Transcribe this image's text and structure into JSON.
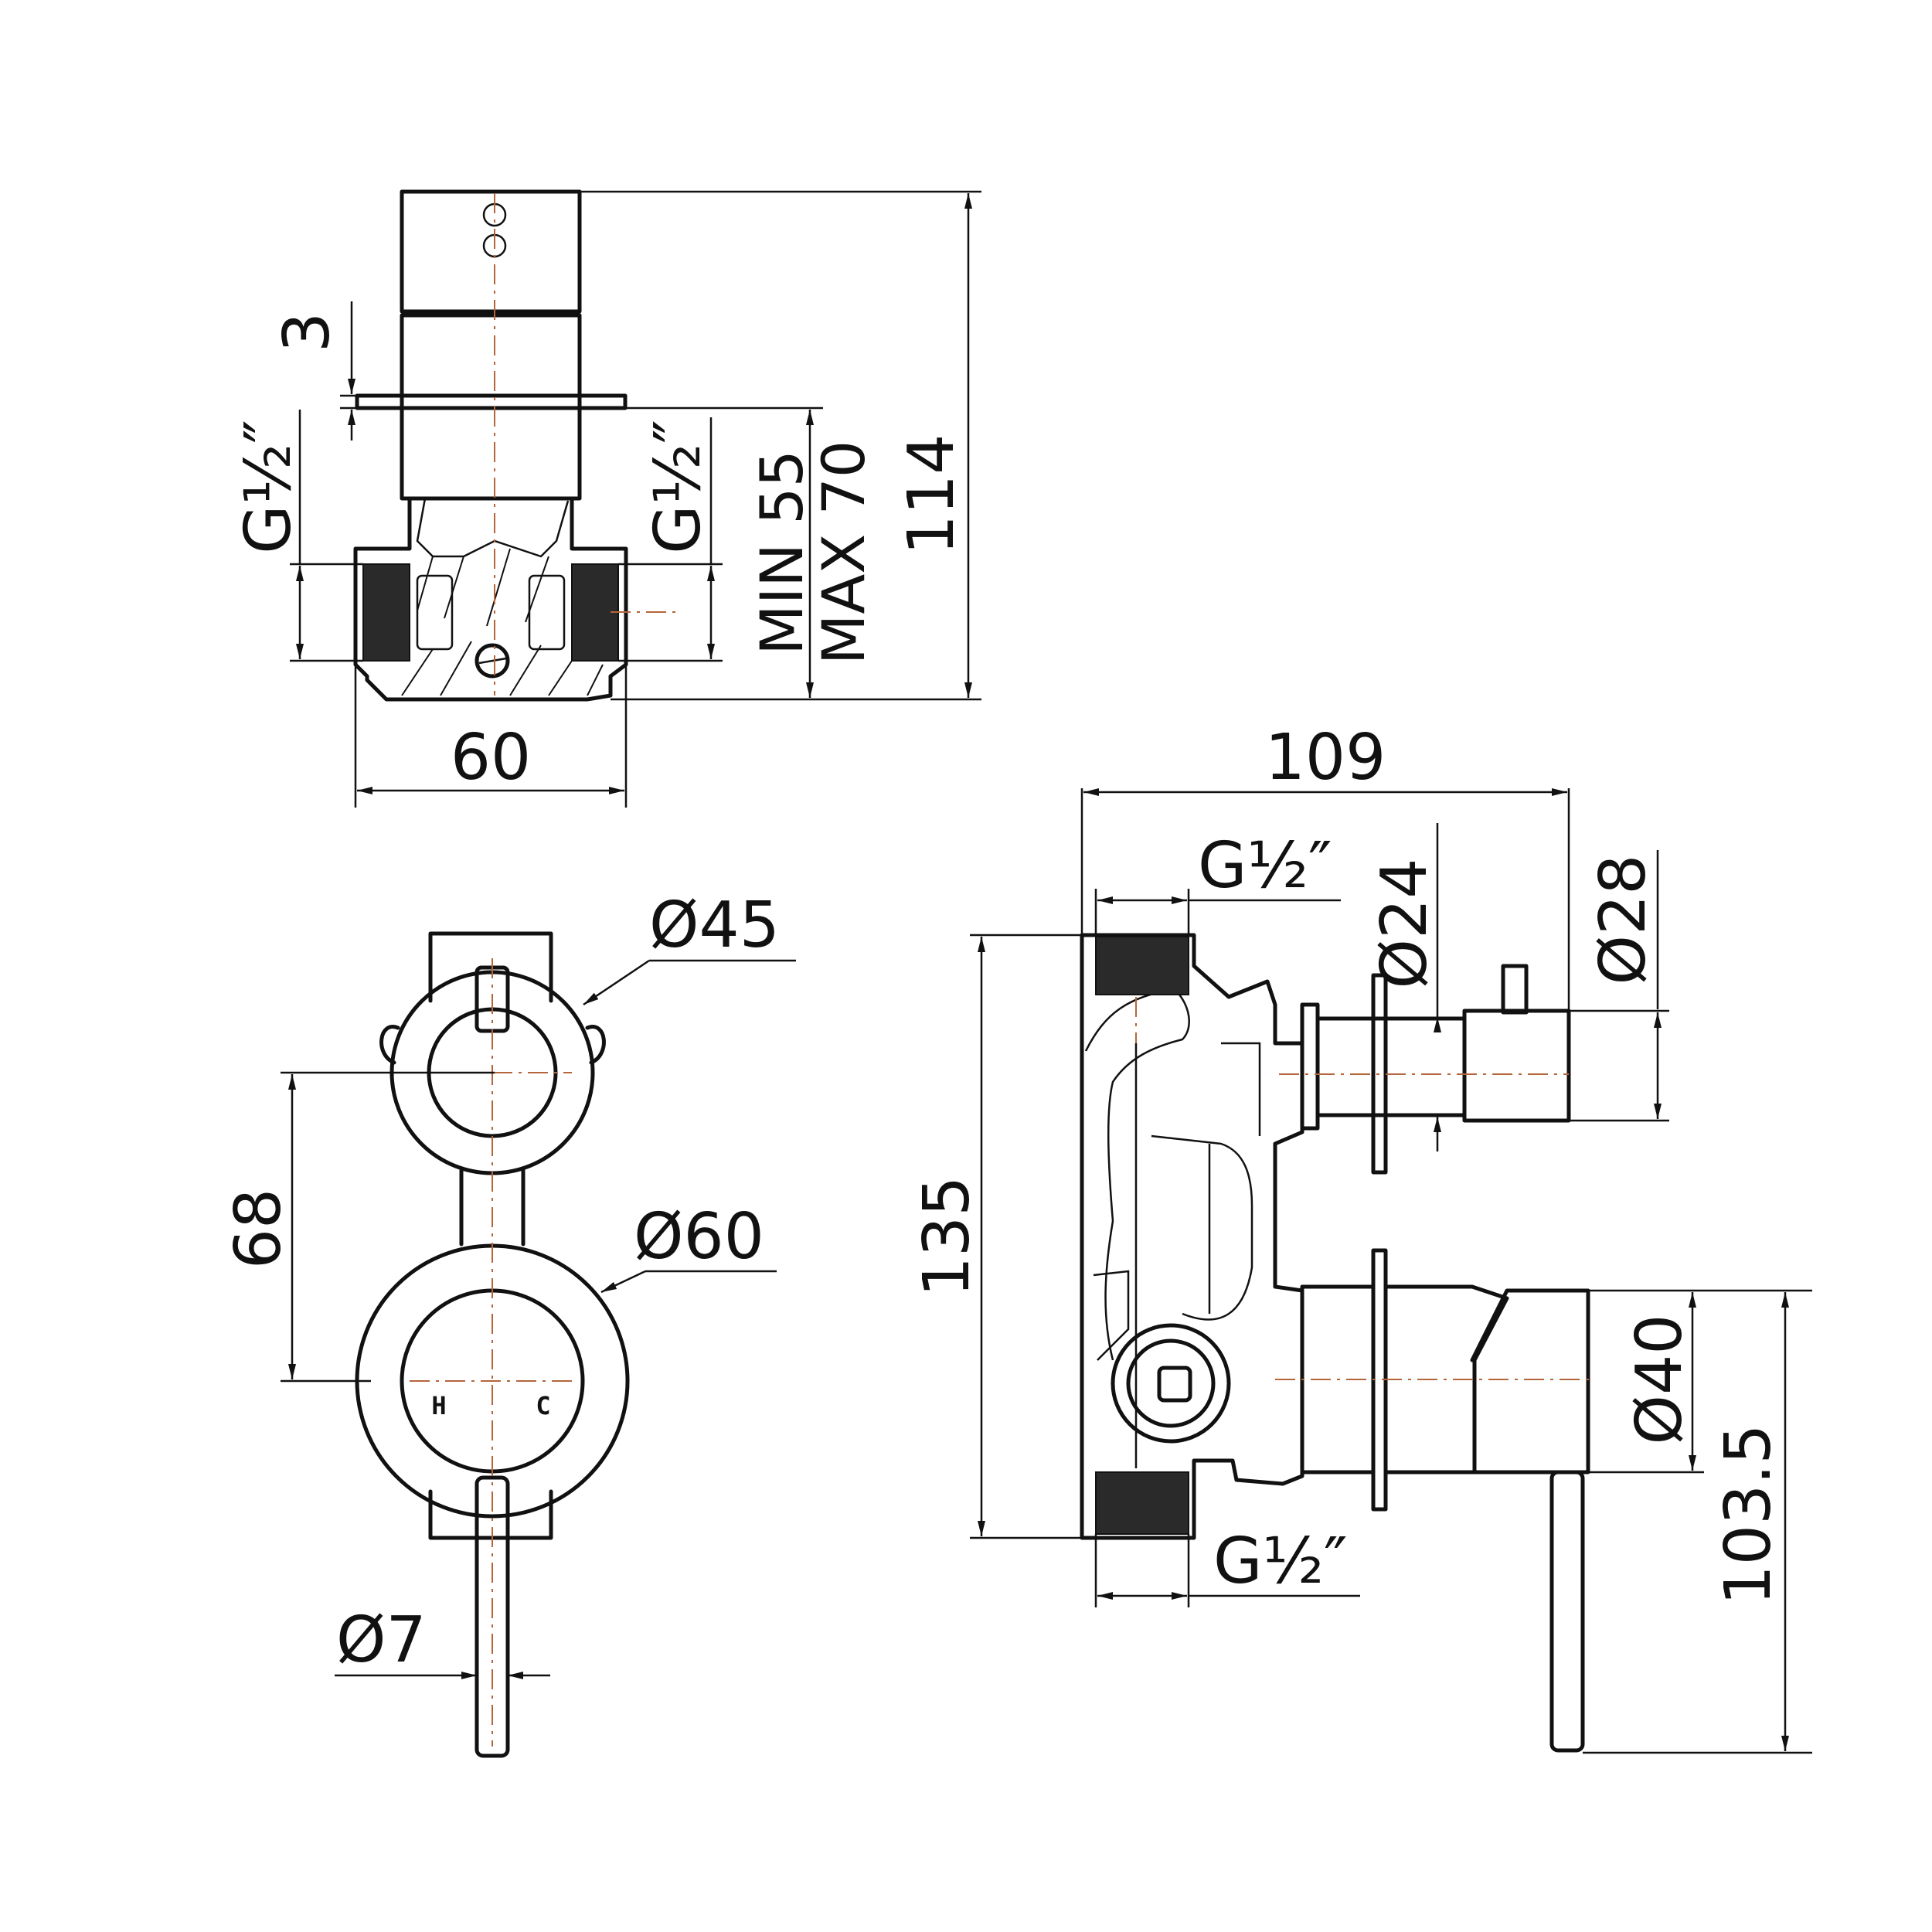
{
  "dimensions": {
    "top_view": {
      "height_total": "114",
      "flange_thickness": "3",
      "width": "60",
      "thread_left": "G½″",
      "thread_right": "G½″",
      "depth_min": "MIN 55",
      "depth_max": "MAX 70"
    },
    "front_view": {
      "top_plate_diameter": "Ø45",
      "bottom_plate_diameter": "Ø60",
      "center_distance": "68",
      "lever_diameter": "Ø7",
      "hot_mark": "H",
      "cold_mark": "C"
    },
    "side_view": {
      "overall_length": "109",
      "overall_height": "135",
      "top_thread": "G½″",
      "bottom_thread": "G½″",
      "stem_diameter": "Ø24",
      "knob_diameter": "Ø28",
      "handle_diameter": "Ø40",
      "lever_height": "103.5"
    }
  },
  "colors": {
    "line": "#111111",
    "centerline": "#b5653a",
    "background": "#ffffff"
  }
}
